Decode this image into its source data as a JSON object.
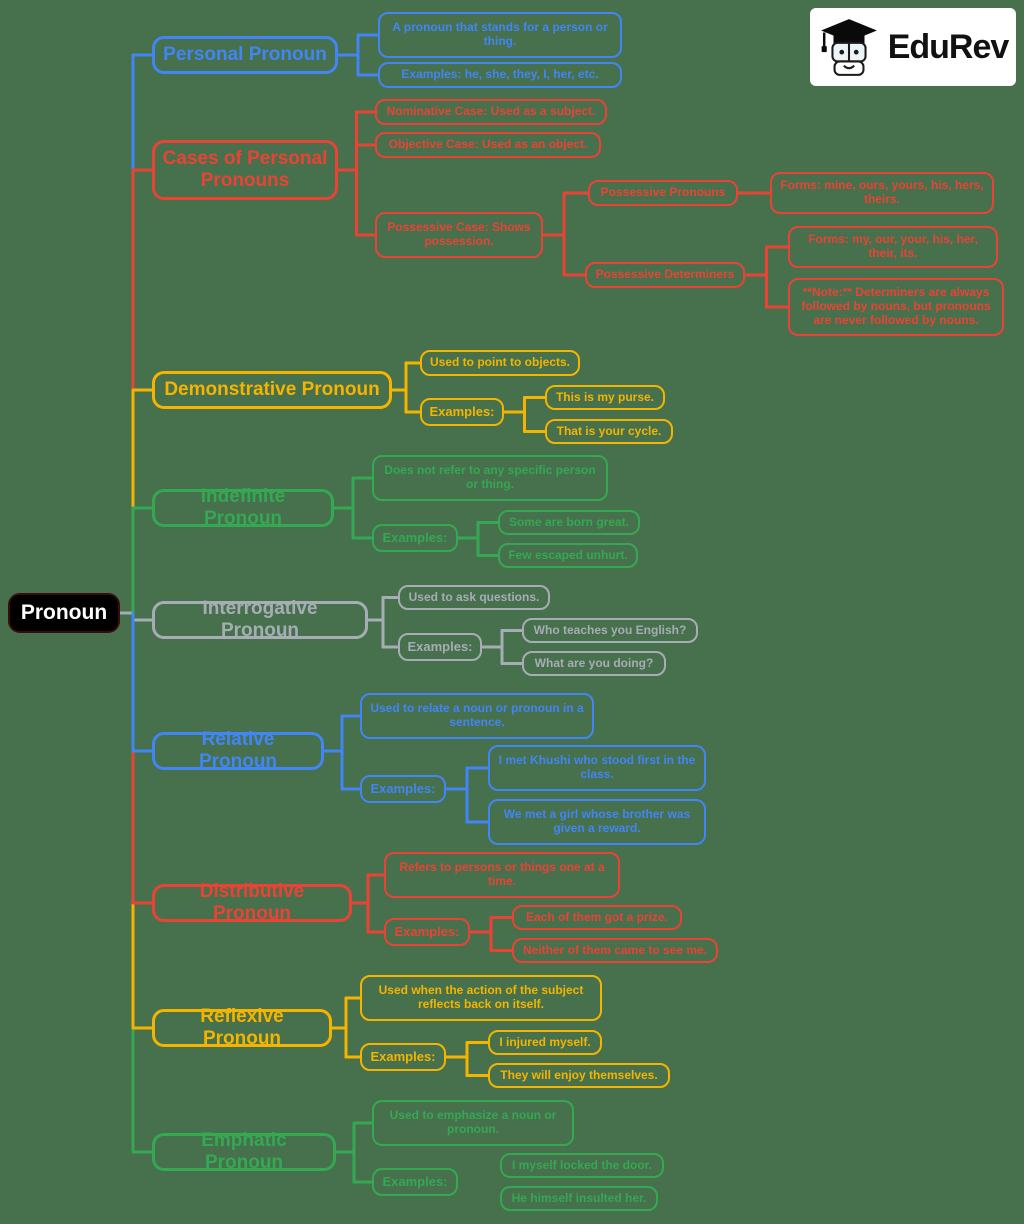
{
  "page": {
    "background_color": "#47704D"
  },
  "logo": {
    "brand": "EduRev",
    "icon": "graduate-cap-mascot-icon"
  },
  "root": {
    "label": "Pronoun",
    "fill_color": "#000000",
    "text_color": "#FFFFFF"
  },
  "branches": [
    {
      "label": "Personal Pronoun",
      "color": "#4285F4",
      "definition": "A pronoun that stands for a person or thing.",
      "examples_inline": "Examples: he, she, they, I, her, etc."
    },
    {
      "label": "Cases of Personal Pronouns",
      "color": "#EA4335",
      "nominative": "Nominative Case: Used as a subject.",
      "objective": "Objective Case: Used as an object.",
      "possessive": {
        "label": "Possessive Case: Shows possession.",
        "pronouns": {
          "label": "Possessive Pronouns",
          "forms": "Forms: mine, ours, yours, his, hers, theirs."
        },
        "determiners": {
          "label": "Possessive Determiners",
          "forms": "Forms: my, our, your, his, her, their, its.",
          "note": "**Note:** Determiners are always followed by nouns, but pronouns are never followed by nouns."
        }
      }
    },
    {
      "label": "Demonstrative Pronoun",
      "color": "#F4B400",
      "definition": "Used to point to objects.",
      "examples_label": "Examples:",
      "examples": [
        "This is my purse.",
        "That is your cycle."
      ]
    },
    {
      "label": "Indefinite Pronoun",
      "color": "#34A853",
      "definition": "Does not refer to any specific person or thing.",
      "examples_label": "Examples:",
      "examples": [
        "Some are born great.",
        "Few escaped unhurt."
      ]
    },
    {
      "label": "Interrogative Pronoun",
      "color": "#A6ADB4",
      "definition": "Used to ask questions.",
      "examples_label": "Examples:",
      "examples": [
        "Who teaches you English?",
        "What are you doing?"
      ]
    },
    {
      "label": "Relative Pronoun",
      "color": "#4285F4",
      "definition": "Used to relate a noun or pronoun in a sentence.",
      "examples_label": "Examples:",
      "examples": [
        "I met Khushi who stood first in the class.",
        "We met a girl whose brother was given a reward."
      ]
    },
    {
      "label": "Distributive Pronoun",
      "color": "#EA4335",
      "definition": "Refers to persons or things one at a time.",
      "examples_label": "Examples:",
      "examples": [
        "Each of them got a prize.",
        "Neither of them came to see me."
      ]
    },
    {
      "label": "Reflexive Pronoun",
      "color": "#F4B400",
      "definition": "Used when the action of the subject reflects back on itself.",
      "examples_label": "Examples:",
      "examples": [
        "I injured myself.",
        "They will enjoy themselves."
      ]
    },
    {
      "label": "Emphatic Pronoun",
      "color": "#34A853",
      "definition": "Used to emphasize a noun or pronoun.",
      "examples_label": "Examples:",
      "examples": [
        "I myself locked the door.",
        "He himself insulted her."
      ]
    }
  ]
}
